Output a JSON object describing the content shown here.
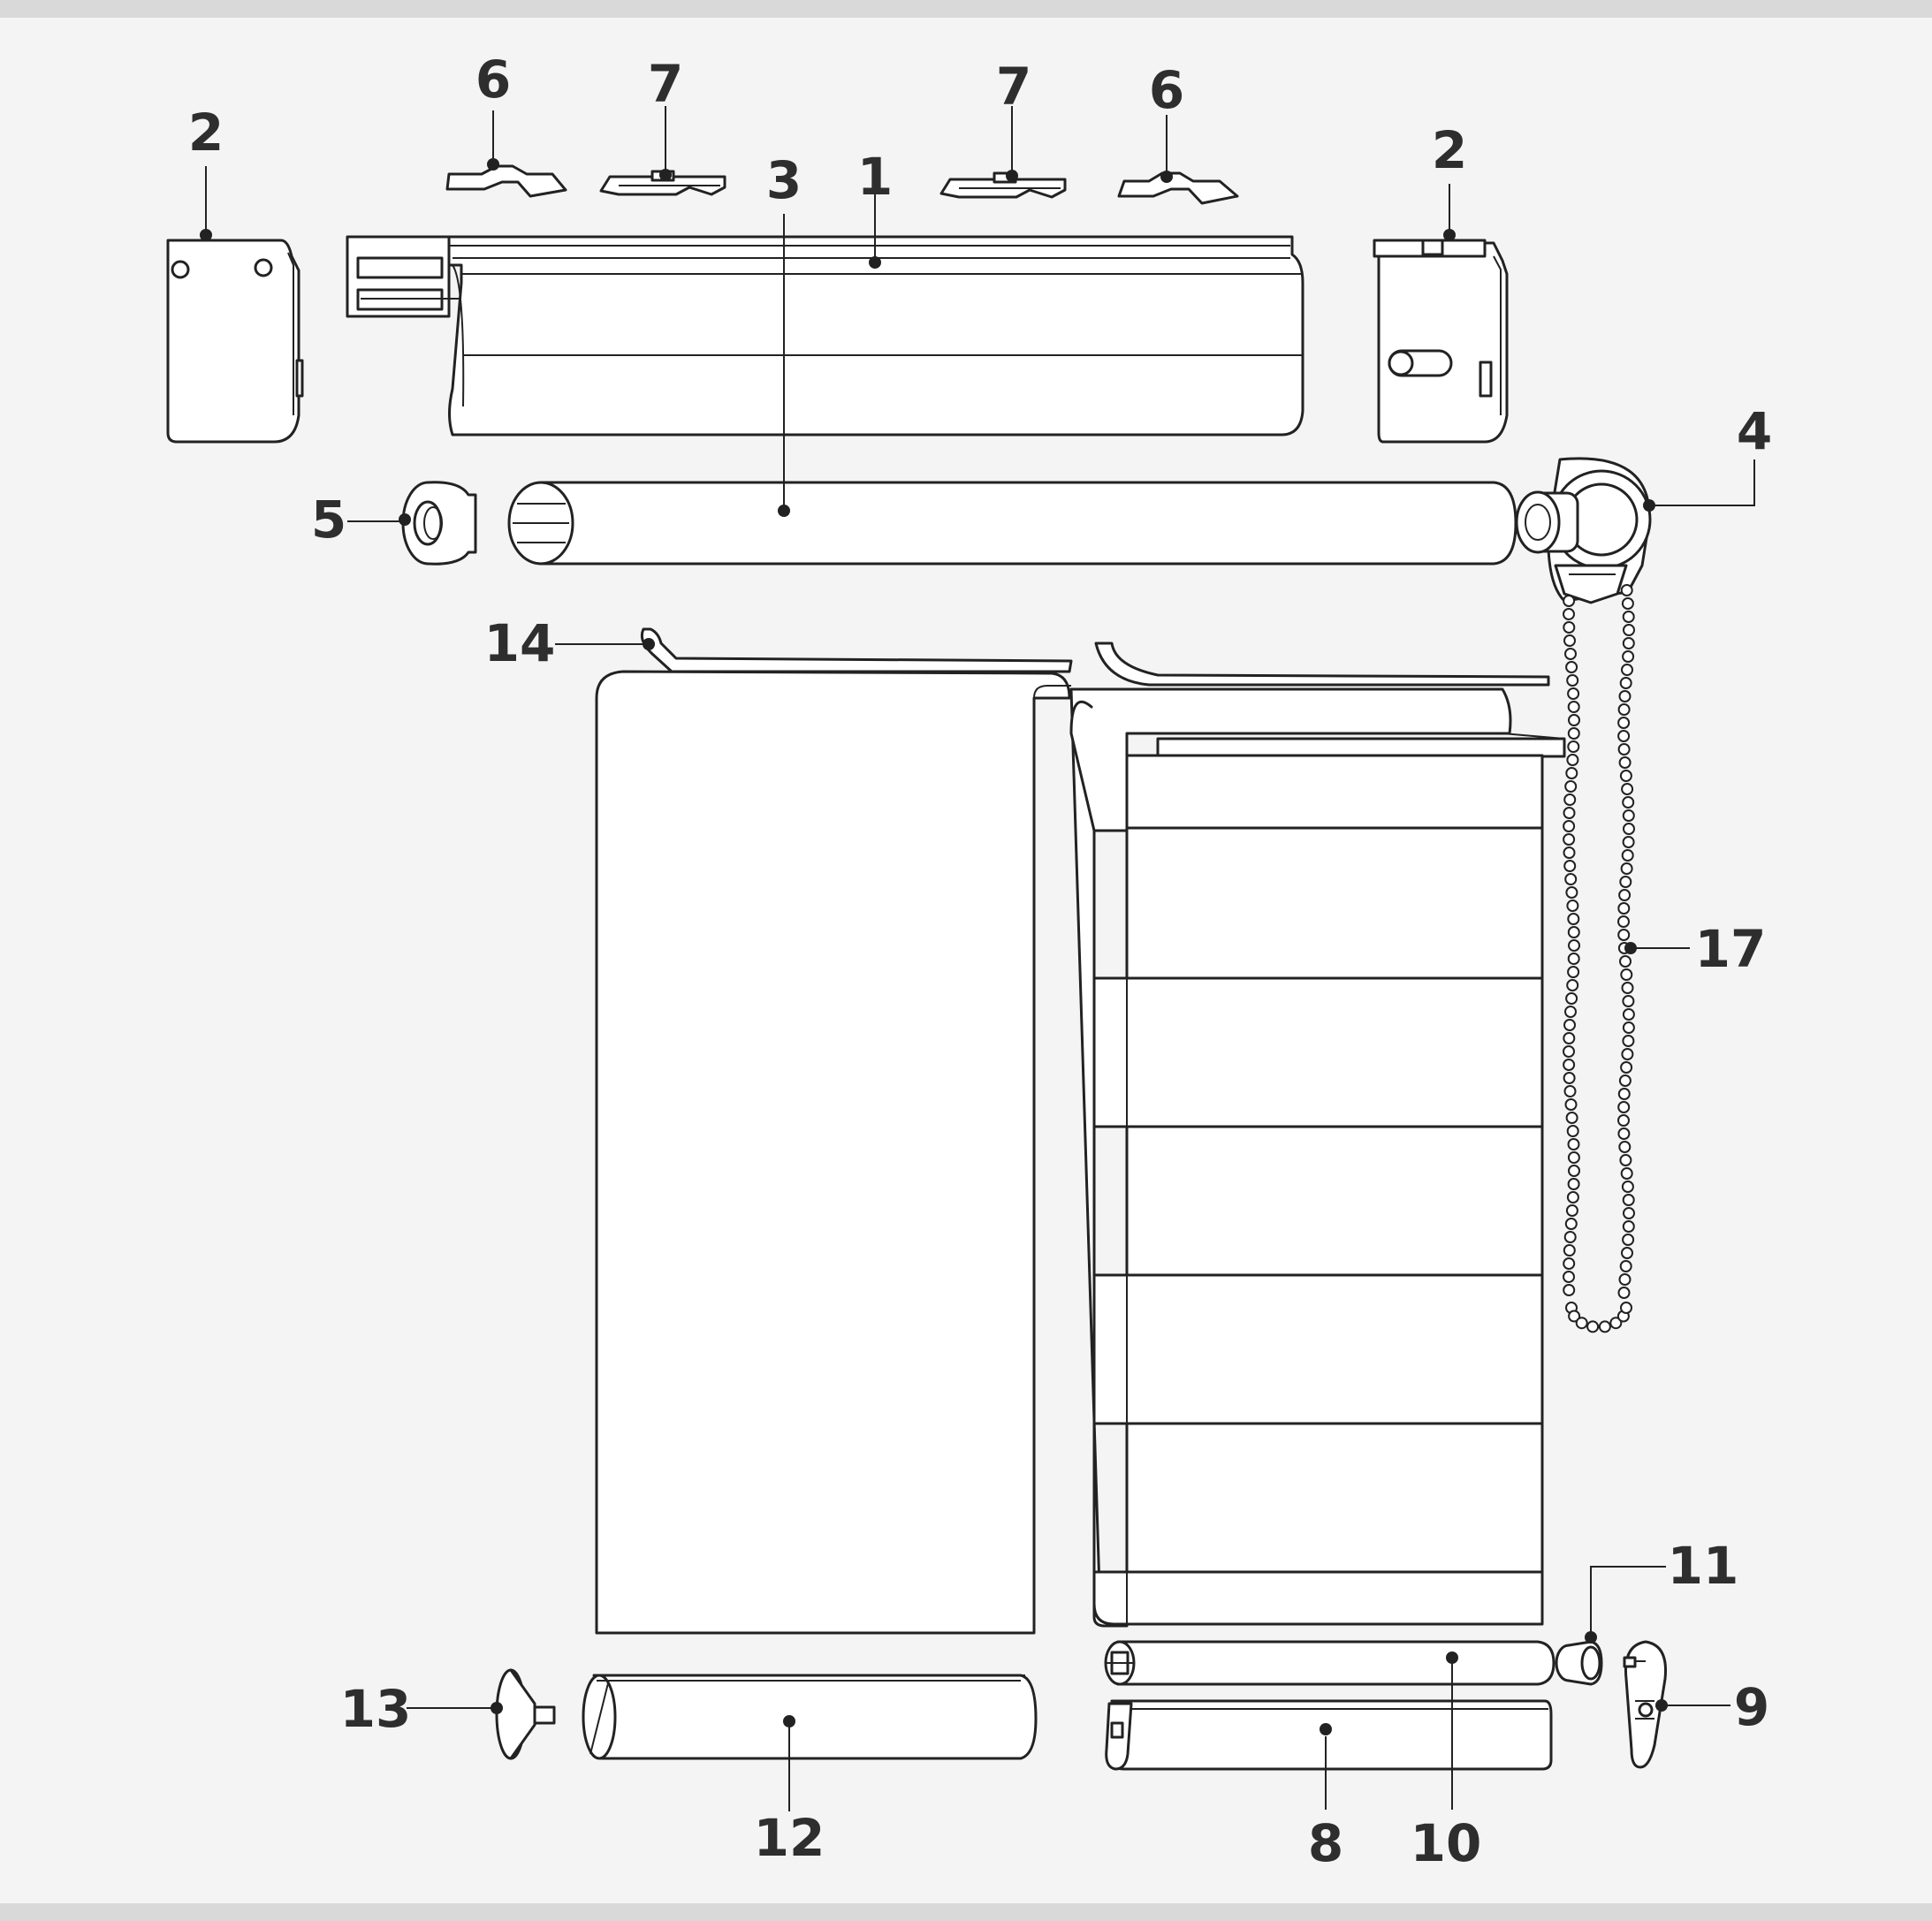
{
  "callouts": {
    "c1": "1",
    "c2a": "2",
    "c2b": "2",
    "c3": "3",
    "c4": "4",
    "c5": "5",
    "c6a": "6",
    "c6b": "6",
    "c7a": "7",
    "c7b": "7",
    "c8": "8",
    "c9": "9",
    "c10": "10",
    "c11": "11",
    "c12": "12",
    "c13": "13",
    "c14": "14",
    "c17": "17"
  },
  "colors": {
    "background": "#f4f4f4",
    "frame": "#d9d9d9",
    "line": "#222222",
    "label": "#2e2e2e",
    "fabric_dark": "#8c8c8c",
    "fabric_light": "#f2f2f2"
  }
}
